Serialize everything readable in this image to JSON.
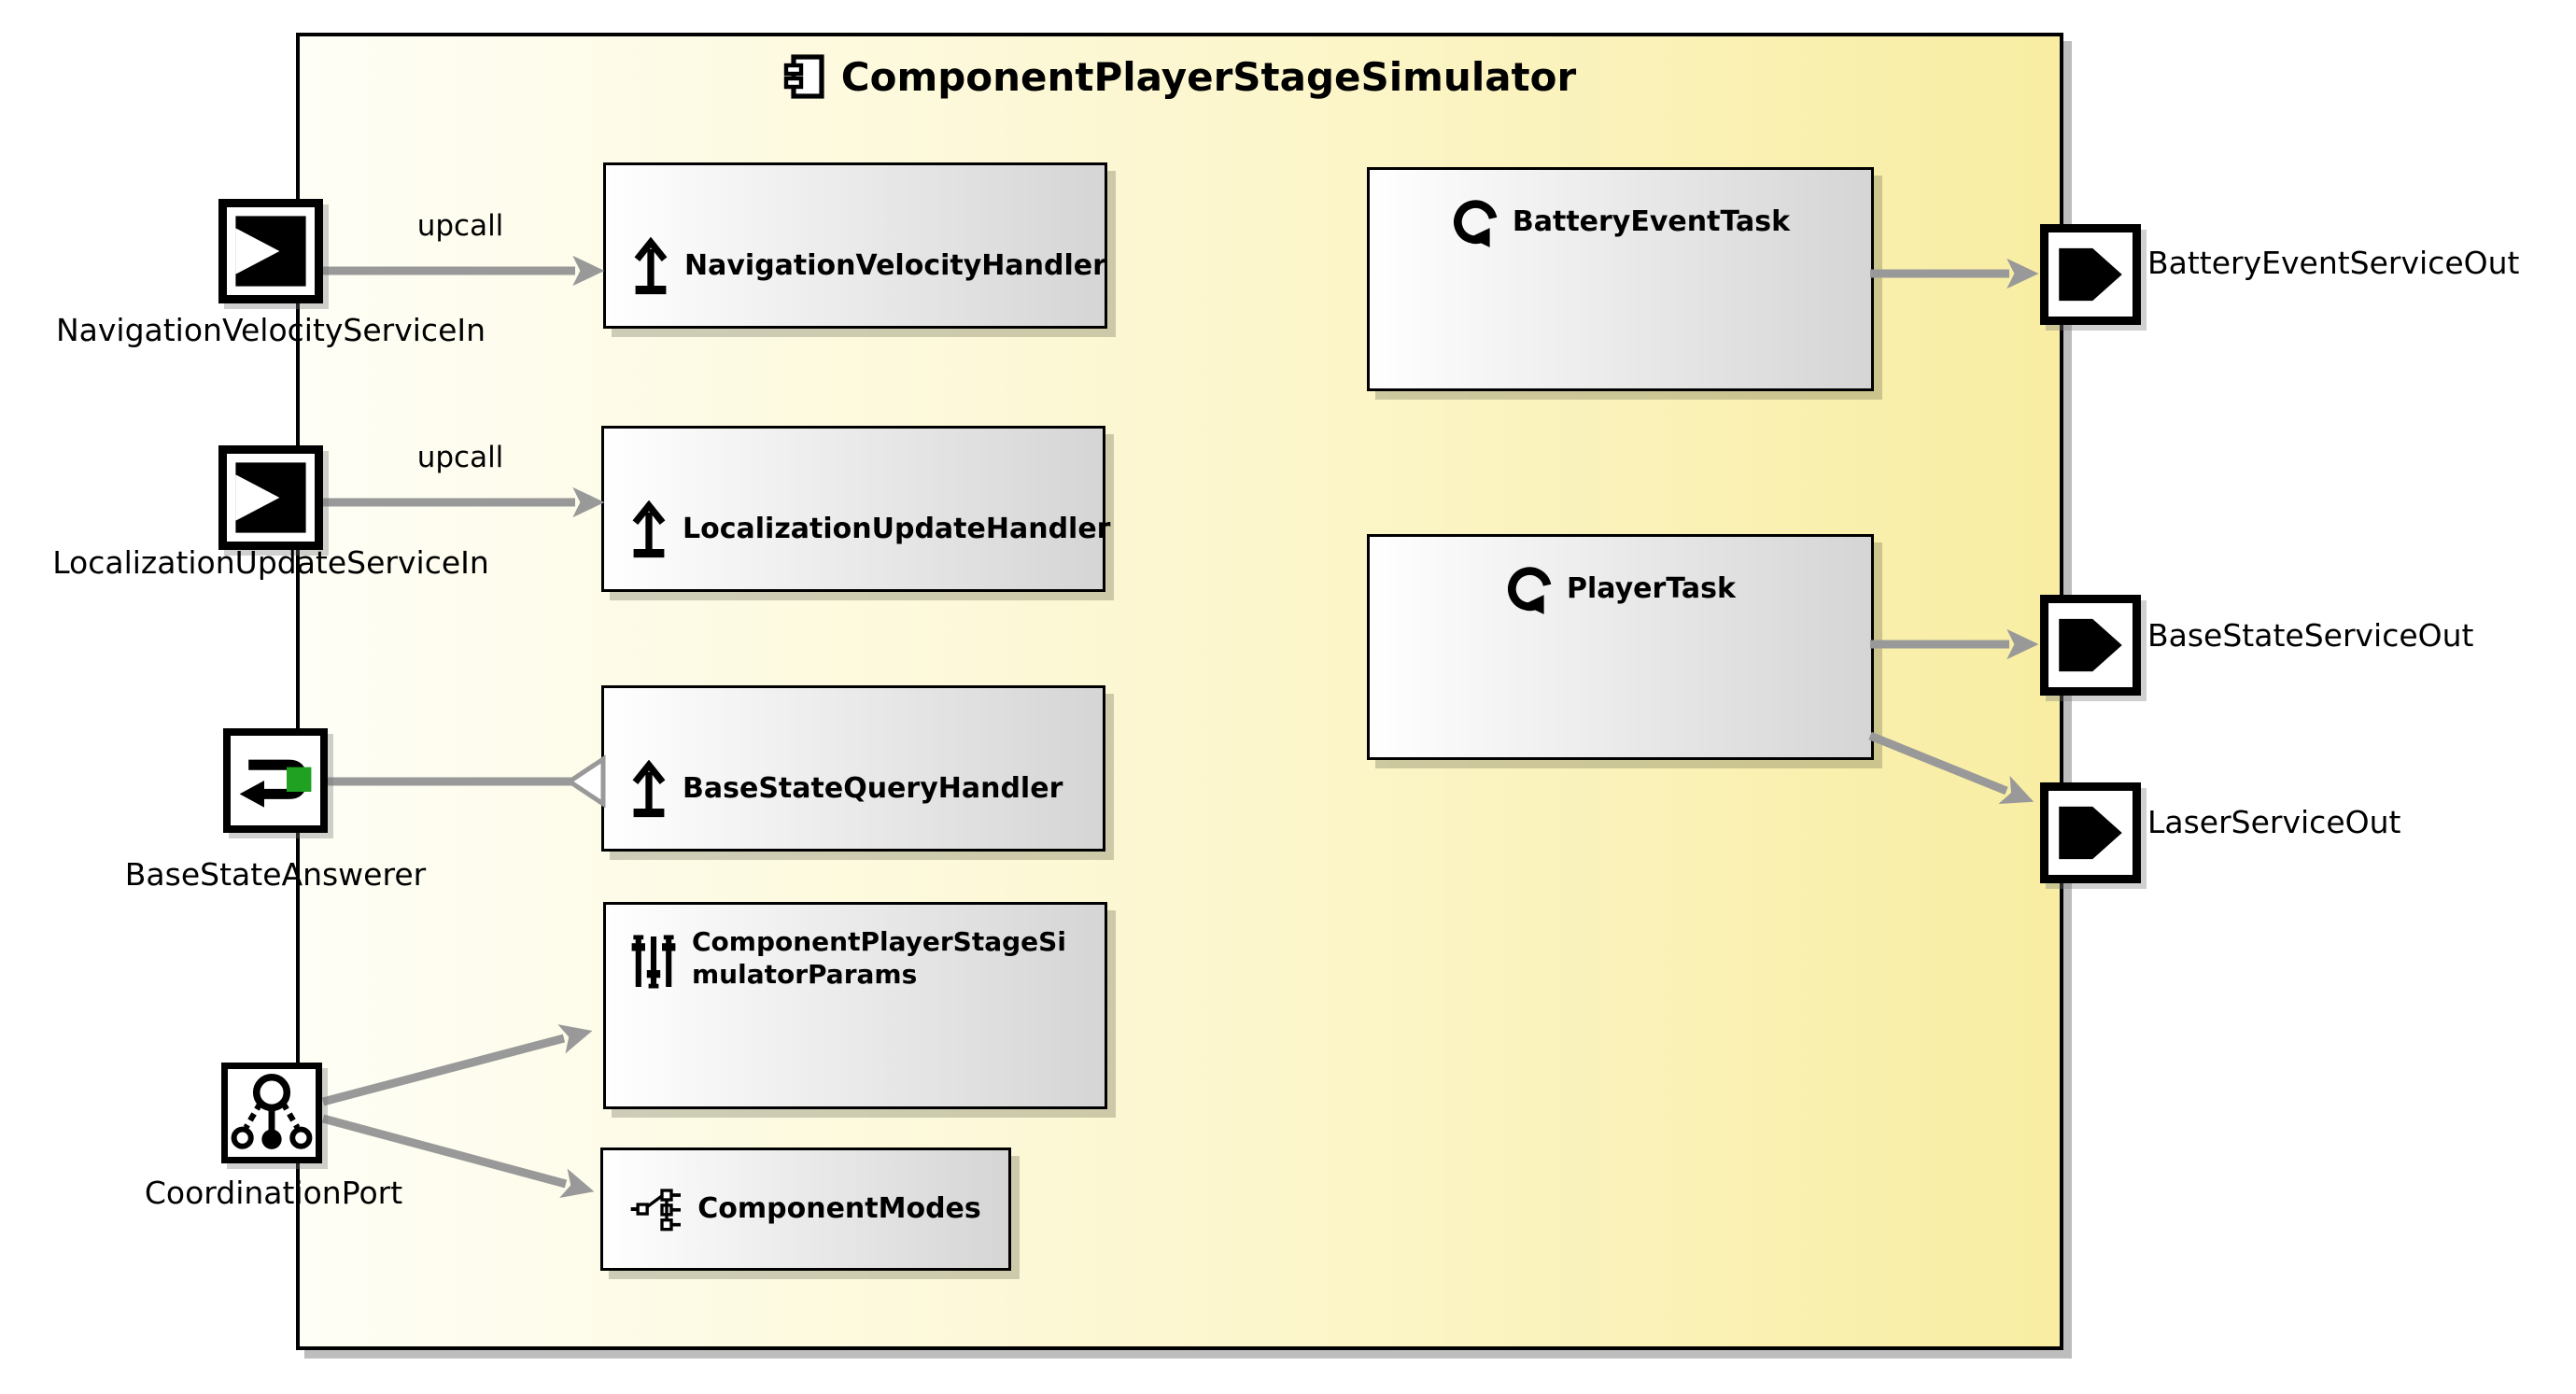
{
  "component": {
    "title": "ComponentPlayerStageSimulator",
    "title_icon": "uml-component-icon"
  },
  "boxes": {
    "handlers": [
      {
        "label": "NavigationVelocityHandler",
        "icon": "upcall-arrow-icon"
      },
      {
        "label": "LocalizationUpdateHandler",
        "icon": "upcall-arrow-icon"
      },
      {
        "label": "BaseStateQueryHandler",
        "icon": "upcall-arrow-icon"
      }
    ],
    "tasks": [
      {
        "label": "BatteryEventTask",
        "icon": "task-loop-icon"
      },
      {
        "label": "PlayerTask",
        "icon": "task-loop-icon"
      }
    ],
    "params": {
      "label": "ComponentPlayerStageSimulatorParams",
      "icon": "sliders-icon"
    },
    "modes": {
      "label": "ComponentModes",
      "icon": "modes-icon"
    }
  },
  "ports": {
    "left": [
      {
        "name": "NavigationVelocityServiceIn",
        "type": "input-service-port"
      },
      {
        "name": "LocalizationUpdateServiceIn",
        "type": "input-service-port"
      },
      {
        "name": "BaseStateAnswerer",
        "type": "query-answer-port"
      },
      {
        "name": "CoordinationPort",
        "type": "coordination-port"
      }
    ],
    "right": [
      {
        "name": "BatteryEventServiceOut",
        "type": "output-service-port"
      },
      {
        "name": "BaseStateServiceOut",
        "type": "output-service-port"
      },
      {
        "name": "LaserServiceOut",
        "type": "output-service-port"
      }
    ]
  },
  "connections": {
    "nav_upcall": {
      "label": "upcall",
      "from": "NavigationVelocityServiceIn",
      "to": "NavigationVelocityHandler",
      "arrow": "filled"
    },
    "loc_upcall": {
      "label": "upcall",
      "from": "LocalizationUpdateServiceIn",
      "to": "LocalizationUpdateHandler",
      "arrow": "filled"
    },
    "base_answer": {
      "label": "",
      "from": "BaseStateAnswerer",
      "to": "BaseStateQueryHandler",
      "arrow": "hollow-triangle"
    },
    "coord_params": {
      "label": "",
      "from": "CoordinationPort",
      "to": "ComponentPlayerStageSimulatorParams",
      "arrow": "filled"
    },
    "coord_modes": {
      "label": "",
      "from": "CoordinationPort",
      "to": "ComponentModes",
      "arrow": "filled"
    },
    "battery_out": {
      "label": "",
      "from": "BatteryEventTask",
      "to": "BatteryEventServiceOut",
      "arrow": "filled"
    },
    "basestate_out": {
      "label": "",
      "from": "PlayerTask",
      "to": "BaseStateServiceOut",
      "arrow": "filled"
    },
    "laser_out": {
      "label": "",
      "from": "PlayerTask",
      "to": "LaserServiceOut",
      "arrow": "filled"
    }
  },
  "colors": {
    "component_fill_left": "#fefef6",
    "component_fill_right": "#f8eda2",
    "box_fill_left": "#ffffff",
    "box_fill_right": "#d5d5d5",
    "connector_gray": "#999999",
    "answerer_green": "#21a121",
    "border_black": "#000000"
  }
}
